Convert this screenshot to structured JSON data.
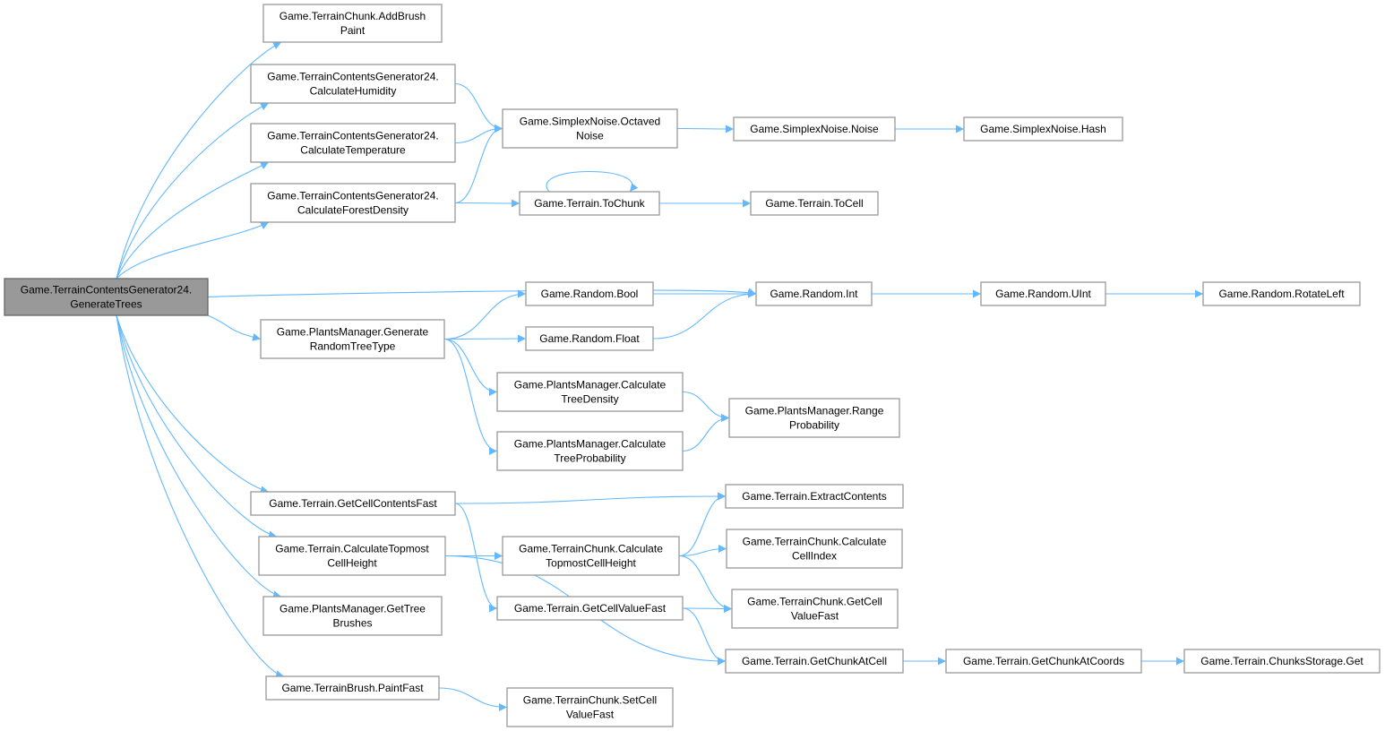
{
  "diagram": {
    "type": "call-graph",
    "colors": {
      "edge": "#63b8ff",
      "root_fill": "#999999",
      "node_border": "#999999"
    },
    "nodes": {
      "root": [
        "Game.TerrainContentsGenerator24.",
        "GenerateTrees"
      ],
      "addBrushPaint": [
        "Game.TerrainChunk.AddBrush",
        "Paint"
      ],
      "calcHumidity": [
        "Game.TerrainContentsGenerator24.",
        "CalculateHumidity"
      ],
      "calcTemperature": [
        "Game.TerrainContentsGenerator24.",
        "CalculateTemperature"
      ],
      "calcForestDensity": [
        "Game.TerrainContentsGenerator24.",
        "CalculateForestDensity"
      ],
      "octavedNoise": [
        "Game.SimplexNoise.Octaved",
        "Noise"
      ],
      "noise": [
        "Game.SimplexNoise.Noise"
      ],
      "hash": [
        "Game.SimplexNoise.Hash"
      ],
      "toChunk": [
        "Game.Terrain.ToChunk"
      ],
      "toCell": [
        "Game.Terrain.ToCell"
      ],
      "randomInt": [
        "Game.Random.Int"
      ],
      "randomUInt": [
        "Game.Random.UInt"
      ],
      "rotateLeft": [
        "Game.Random.RotateLeft"
      ],
      "genRandomTreeType": [
        "Game.PlantsManager.Generate",
        "RandomTreeType"
      ],
      "randomBool": [
        "Game.Random.Bool"
      ],
      "randomFloat": [
        "Game.Random.Float"
      ],
      "calcTreeDensity": [
        "Game.PlantsManager.Calculate",
        "TreeDensity"
      ],
      "calcTreeProbability": [
        "Game.PlantsManager.Calculate",
        "TreeProbability"
      ],
      "rangeProbability": [
        "Game.PlantsManager.Range",
        "Probability"
      ],
      "getCellContentsFast": [
        "Game.Terrain.GetCellContentsFast"
      ],
      "extractContents": [
        "Game.Terrain.ExtractContents"
      ],
      "terrainCalcTopmost": [
        "Game.Terrain.CalculateTopmost",
        "CellHeight"
      ],
      "chunkCalcTopmost": [
        "Game.TerrainChunk.Calculate",
        "TopmostCellHeight"
      ],
      "calcCellIndex": [
        "Game.TerrainChunk.Calculate",
        "CellIndex"
      ],
      "getCellValueFast": [
        "Game.Terrain.GetCellValueFast"
      ],
      "chunkGetCellValueFast": [
        "Game.TerrainChunk.GetCell",
        "ValueFast"
      ],
      "getTreeBrushes": [
        "Game.PlantsManager.GetTree",
        "Brushes"
      ],
      "getChunkAtCell": [
        "Game.Terrain.GetChunkAtCell"
      ],
      "getChunkAtCoords": [
        "Game.Terrain.GetChunkAtCoords"
      ],
      "chunksStorageGet": [
        "Game.Terrain.ChunksStorage.Get"
      ],
      "paintFast": [
        "Game.TerrainBrush.PaintFast"
      ],
      "setCellValueFast": [
        "Game.TerrainChunk.SetCell",
        "ValueFast"
      ]
    },
    "edges": [
      [
        "root",
        "addBrushPaint"
      ],
      [
        "root",
        "calcHumidity"
      ],
      [
        "root",
        "calcTemperature"
      ],
      [
        "root",
        "calcForestDensity"
      ],
      [
        "root",
        "randomInt"
      ],
      [
        "root",
        "genRandomTreeType"
      ],
      [
        "root",
        "getCellContentsFast"
      ],
      [
        "root",
        "terrainCalcTopmost"
      ],
      [
        "root",
        "getTreeBrushes"
      ],
      [
        "root",
        "paintFast"
      ],
      [
        "calcHumidity",
        "octavedNoise"
      ],
      [
        "calcTemperature",
        "octavedNoise"
      ],
      [
        "calcForestDensity",
        "octavedNoise"
      ],
      [
        "calcForestDensity",
        "toChunk"
      ],
      [
        "octavedNoise",
        "noise"
      ],
      [
        "noise",
        "hash"
      ],
      [
        "toChunk",
        "toChunk"
      ],
      [
        "toChunk",
        "toCell"
      ],
      [
        "randomInt",
        "randomUInt"
      ],
      [
        "randomUInt",
        "rotateLeft"
      ],
      [
        "genRandomTreeType",
        "randomBool"
      ],
      [
        "genRandomTreeType",
        "randomFloat"
      ],
      [
        "genRandomTreeType",
        "calcTreeDensity"
      ],
      [
        "genRandomTreeType",
        "calcTreeProbability"
      ],
      [
        "randomBool",
        "randomInt"
      ],
      [
        "randomFloat",
        "randomInt"
      ],
      [
        "calcTreeDensity",
        "rangeProbability"
      ],
      [
        "calcTreeProbability",
        "rangeProbability"
      ],
      [
        "getCellContentsFast",
        "extractContents"
      ],
      [
        "getCellContentsFast",
        "getCellValueFast"
      ],
      [
        "terrainCalcTopmost",
        "chunkCalcTopmost"
      ],
      [
        "terrainCalcTopmost",
        "getChunkAtCell"
      ],
      [
        "chunkCalcTopmost",
        "extractContents"
      ],
      [
        "chunkCalcTopmost",
        "calcCellIndex"
      ],
      [
        "chunkCalcTopmost",
        "chunkGetCellValueFast"
      ],
      [
        "getCellValueFast",
        "chunkGetCellValueFast"
      ],
      [
        "getCellValueFast",
        "getChunkAtCell"
      ],
      [
        "getChunkAtCell",
        "getChunkAtCoords"
      ],
      [
        "getChunkAtCoords",
        "chunksStorageGet"
      ],
      [
        "paintFast",
        "setCellValueFast"
      ]
    ]
  }
}
